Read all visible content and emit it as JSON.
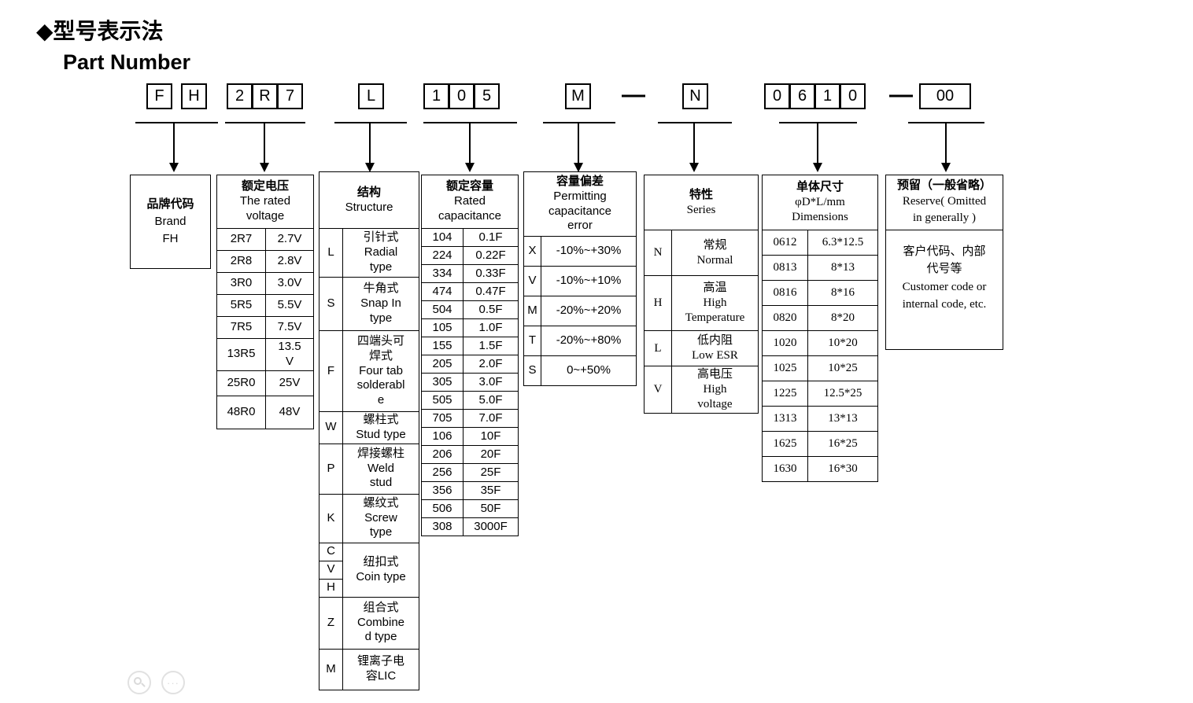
{
  "page": {
    "title_cn": "◆型号表示法",
    "title_en": "Part Number"
  },
  "part_number": {
    "chars": [
      "F",
      "H",
      "2",
      "R",
      "7",
      "L",
      "1",
      "0",
      "5",
      "M",
      "N",
      "0",
      "6",
      "1",
      "0",
      "00"
    ],
    "dash": "—"
  },
  "brand": {
    "text": "品牌代码\nBrand\nFH"
  },
  "voltage": {
    "header": "额定电压\nThe rated\nvoltage",
    "rows": [
      [
        "2R7",
        "2.7V"
      ],
      [
        "2R8",
        "2.8V"
      ],
      [
        "3R0",
        "3.0V"
      ],
      [
        "5R5",
        "5.5V"
      ],
      [
        "7R5",
        "7.5V"
      ],
      [
        "13R5",
        "13.5\nV"
      ],
      [
        "25R0",
        "25V"
      ],
      [
        "48R0",
        "48V"
      ]
    ]
  },
  "structure": {
    "header": "结构\nStructure",
    "rows": [
      {
        "code": "L",
        "desc": "引针式\nRadial\ntype"
      },
      {
        "code": "S",
        "desc": "牛角式\nSnap In\ntype"
      },
      {
        "code": "F",
        "desc": "四端头可\n焊式\nFour tab\nsolderabl\ne"
      },
      {
        "code": "W",
        "desc": "螺柱式\nStud type"
      },
      {
        "code": "P",
        "desc": "焊接螺柱\nWeld\nstud"
      },
      {
        "code": "K",
        "desc": "螺纹式\nScrew\ntype"
      },
      {
        "codes": [
          "C",
          "V",
          "H"
        ],
        "desc": "纽扣式\nCoin type"
      },
      {
        "code": "Z",
        "desc": "组合式\nCombine\nd type"
      },
      {
        "code": "M",
        "desc": "锂离子电\n容LIC"
      }
    ]
  },
  "capacitance": {
    "header": "额定容量\nRated\ncapacitance",
    "rows": [
      [
        "104",
        "0.1F"
      ],
      [
        "224",
        "0.22F"
      ],
      [
        "334",
        "0.33F"
      ],
      [
        "474",
        "0.47F"
      ],
      [
        "504",
        "0.5F"
      ],
      [
        "105",
        "1.0F"
      ],
      [
        "155",
        "1.5F"
      ],
      [
        "205",
        "2.0F"
      ],
      [
        "305",
        "3.0F"
      ],
      [
        "505",
        "5.0F"
      ],
      [
        "705",
        "7.0F"
      ],
      [
        "106",
        "10F"
      ],
      [
        "206",
        "20F"
      ],
      [
        "256",
        "25F"
      ],
      [
        "356",
        "35F"
      ],
      [
        "506",
        "50F"
      ],
      [
        "308",
        "3000F"
      ]
    ]
  },
  "error": {
    "header": "容量偏差\nPermitting\ncapacitance\nerror",
    "rows": [
      [
        "X",
        "-10%~+30%"
      ],
      [
        "V",
        "-10%~+10%"
      ],
      [
        "M",
        "-20%~+20%"
      ],
      [
        "T",
        "-20%~+80%"
      ],
      [
        "S",
        "0~+50%"
      ]
    ]
  },
  "series": {
    "header": "特性\nSeries",
    "rows": [
      {
        "code": "N",
        "desc": "常规\nNormal"
      },
      {
        "code": "H",
        "desc": "高温\nHigh\nTemperature"
      },
      {
        "code": "L",
        "desc": "低内阻\nLow ESR"
      },
      {
        "code": "V",
        "desc": "高电压\nHigh\nvoltage"
      }
    ]
  },
  "dimensions": {
    "header": "单体尺寸\nφD*L/mm\nDimensions",
    "rows": [
      [
        "0612",
        "6.3*12.5"
      ],
      [
        "0813",
        "8*13"
      ],
      [
        "0816",
        "8*16"
      ],
      [
        "0820",
        "8*20"
      ],
      [
        "1020",
        "10*20"
      ],
      [
        "1025",
        "10*25"
      ],
      [
        "1225",
        "12.5*25"
      ],
      [
        "1313",
        "13*13"
      ],
      [
        "1625",
        "16*25"
      ],
      [
        "1630",
        "16*30"
      ]
    ]
  },
  "reserve": {
    "header": "预留（一般省略）\nReserve( Omitted\nin generally )",
    "body": "客户代码、内部\n代号等\nCustomer code or\ninternal code, etc."
  },
  "icons": {
    "magnifier": "magnifier-circle-with-handle",
    "more_dots": "···"
  }
}
